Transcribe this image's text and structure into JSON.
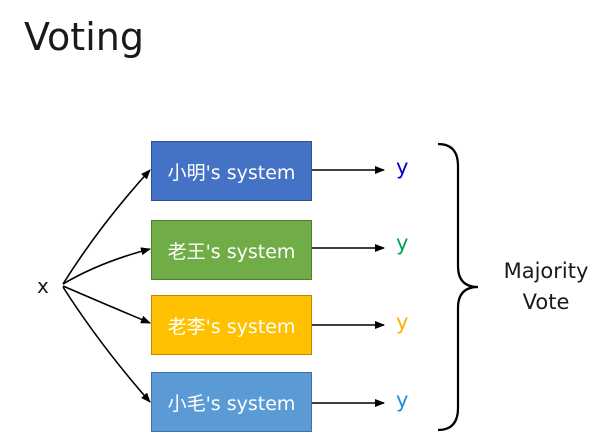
{
  "title": "Voting",
  "input_label": "x",
  "systems": [
    {
      "label": "小明's system",
      "color": "#4472C4"
    },
    {
      "label": "老王's system",
      "color": "#70AD47"
    },
    {
      "label": "老李's system",
      "color": "#FFC000"
    },
    {
      "label": "小毛's system",
      "color": "#5B9BD5"
    }
  ],
  "outputs": [
    {
      "label": "y",
      "color": "#0000CC"
    },
    {
      "label": "y",
      "color": "#00A550"
    },
    {
      "label": "y",
      "color": "#FFB000"
    },
    {
      "label": "y",
      "color": "#1E90D6"
    }
  ],
  "aggregator": {
    "line1": "Majority",
    "line2": "Vote"
  },
  "icons": {
    "brace": "right-curly-brace"
  }
}
